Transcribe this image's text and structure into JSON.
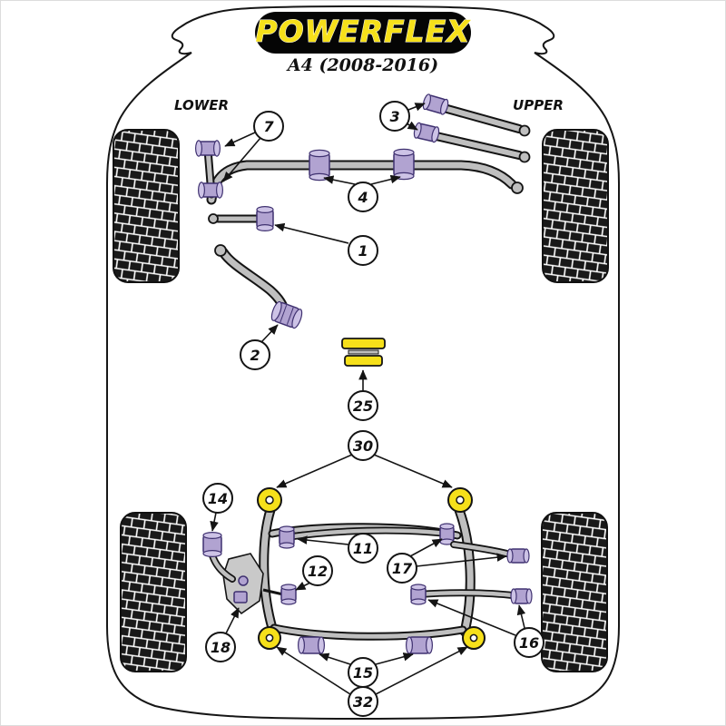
{
  "header": {
    "brand": "POWERFLEX",
    "model": "A4 (2008-2016)"
  },
  "labels": {
    "lower": "LOWER",
    "upper": "UPPER"
  },
  "callouts": {
    "item7": "7",
    "item3": "3",
    "item4": "4",
    "item1": "1",
    "item2": "2",
    "item25": "25",
    "item30": "30",
    "item14": "14",
    "item11": "11",
    "item12": "12",
    "item17": "17",
    "item18": "18",
    "item16": "16",
    "item15": "15",
    "item32": "32"
  },
  "colors": {
    "bushing_purple": "#b1a3d1",
    "bushing_purple_dark": "#3f3170",
    "mount_yellow": "#f6e01a",
    "arm_gray": "#bfbfbf",
    "logo_background": "#000000",
    "logo_text": "#f6e01a"
  }
}
